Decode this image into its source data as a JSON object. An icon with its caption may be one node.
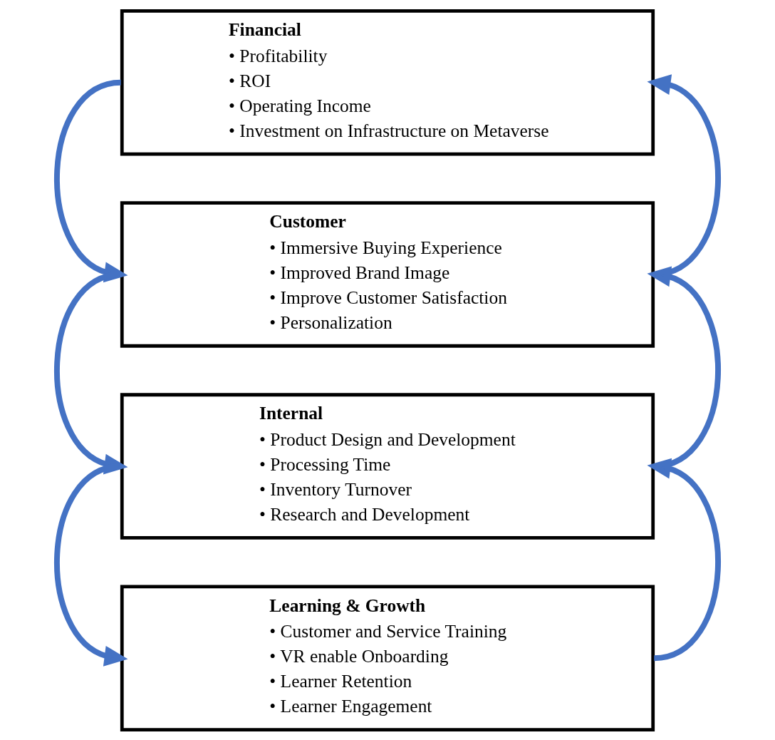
{
  "diagram": {
    "nodes": [
      {
        "text": [
          "Financial",
          "• Profitability",
          "• ROI",
          "• Operating Income",
          "• Investment on Infrastructure on Metaverse"
        ]
      },
      {
        "text": [
          "Customer",
          "• Immersive Buying Experience",
          "• Improved Brand Image",
          "• Improve Customer Satisfaction",
          "• Personalization"
        ]
      },
      {
        "text": [
          "Internal",
          "• Product Design and Development",
          "• Processing Time",
          "• Inventory Turnover",
          "• Research and Development"
        ]
      },
      {
        "text": [
          "Learning & Growth",
          "• Customer and Service Training",
          "• VR enable Onboarding",
          "• Learner Retention",
          "• Learner Engagement"
        ]
      }
    ],
    "edges": [
      {
        "from": 0,
        "to": 1,
        "arrow": "to"
      },
      {
        "from": 1,
        "to": 0,
        "arrow": "to"
      },
      {
        "from": 1,
        "to": 2,
        "arrow": "to"
      },
      {
        "from": 2,
        "to": 1,
        "arrow": "to"
      },
      {
        "from": 2,
        "to": 3,
        "arrow": "to"
      },
      {
        "from": 3,
        "to": 2,
        "arrow": "to"
      }
    ]
  }
}
